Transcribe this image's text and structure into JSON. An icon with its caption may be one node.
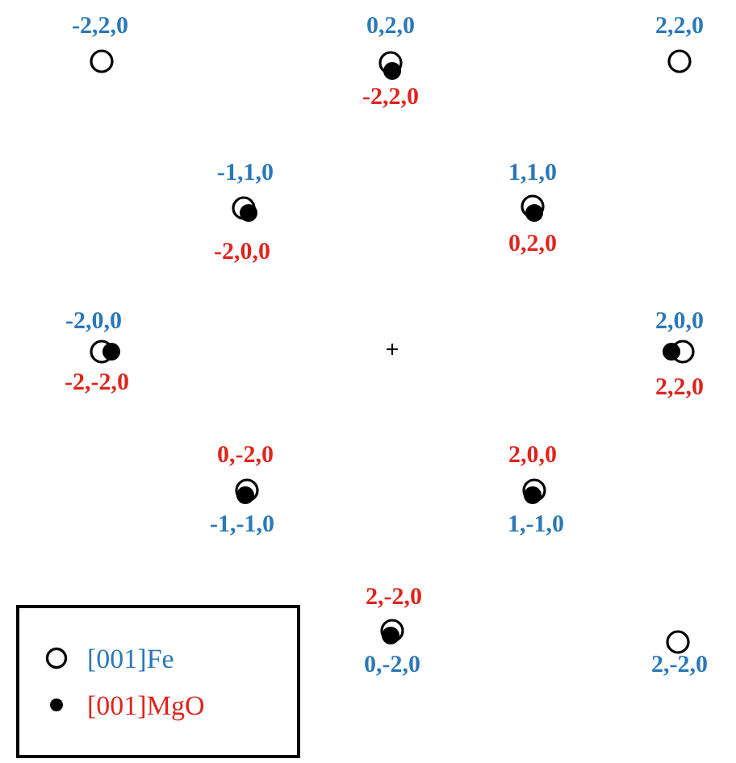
{
  "diagram": {
    "labels": [
      "-2,2,0",
      "0,2,0",
      "2,2,0",
      "-2,2,0",
      "-1,1,0",
      "1,1,0",
      "-2,0,0",
      "0,2,0",
      "-2,0,0",
      "+",
      "2,0,0",
      "-2,-2,0",
      "2,2,0",
      "0,-2,0",
      "2,0,0",
      "-1,-1,0",
      "1,-1,0",
      "2,-2,0",
      "0,-2,0",
      "2,-2,0"
    ],
    "legend": [
      {
        "text": "[001]Fe"
      },
      {
        "text": "[001]MgO"
      }
    ]
  }
}
